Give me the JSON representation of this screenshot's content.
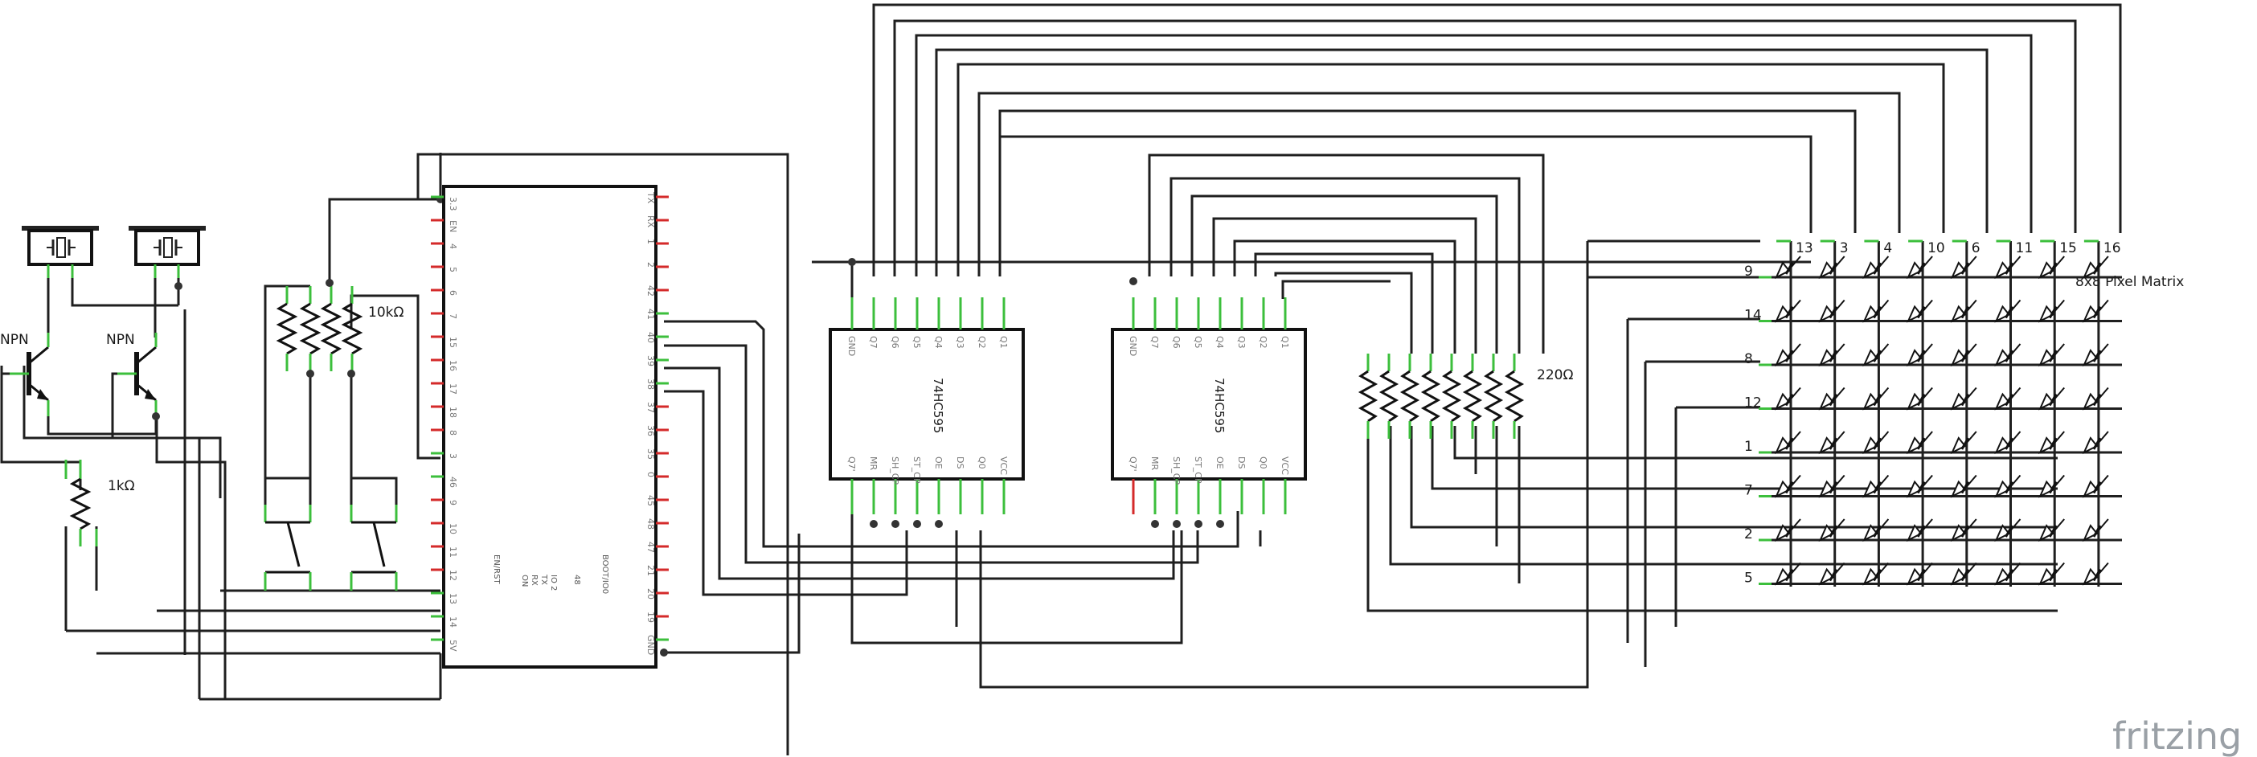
{
  "transistors": [
    {
      "label": "NPN"
    },
    {
      "label": "NPN"
    }
  ],
  "labels": {
    "base_resistor": "1kΩ",
    "pullup_resistor": "10kΩ",
    "led_resistor": "220Ω",
    "matrix": "8x8 Pixel Matrix"
  },
  "shift_registers": [
    {
      "name": "74HC595",
      "top_pins": [
        "GND",
        "Q7",
        "Q6",
        "Q5",
        "Q4",
        "Q3",
        "Q2",
        "Q1"
      ],
      "bottom_pins": [
        "Q7'",
        "MR",
        "SH_CP",
        "ST_CP",
        "OE",
        "DS",
        "Q0",
        "VCC"
      ]
    },
    {
      "name": "74HC595",
      "top_pins": [
        "GND",
        "Q7",
        "Q6",
        "Q5",
        "Q4",
        "Q3",
        "Q2",
        "Q1"
      ],
      "bottom_pins": [
        "Q7'",
        "MR",
        "SH_CP",
        "ST_CP",
        "OE",
        "DS",
        "Q0",
        "VCC"
      ]
    }
  ],
  "esp32": {
    "left_pins": [
      "3.3",
      "EN",
      "4",
      "5",
      "6",
      "7",
      "15",
      "16",
      "17",
      "18",
      "8",
      "3",
      "46",
      "9",
      "10",
      "11",
      "12",
      "13",
      "14",
      "5V"
    ],
    "right_pins": [
      "TX",
      "RX",
      "1",
      "2",
      "42",
      "41",
      "40",
      "39",
      "38",
      "37",
      "36",
      "35",
      "0",
      "45",
      "48",
      "47",
      "21",
      "20",
      "19",
      "GND"
    ],
    "center_text": [
      "EN/RST",
      "ON",
      "RX",
      "TX",
      "IO 2",
      "48"
    ],
    "boot_text": "BOOT/IO0"
  },
  "matrix_columns": [
    "13",
    "3",
    "4",
    "10",
    "6",
    "11",
    "15",
    "16"
  ],
  "matrix_rows": [
    "9",
    "14",
    "8",
    "12",
    "1",
    "7",
    "2",
    "5"
  ],
  "brand": "fritzing"
}
